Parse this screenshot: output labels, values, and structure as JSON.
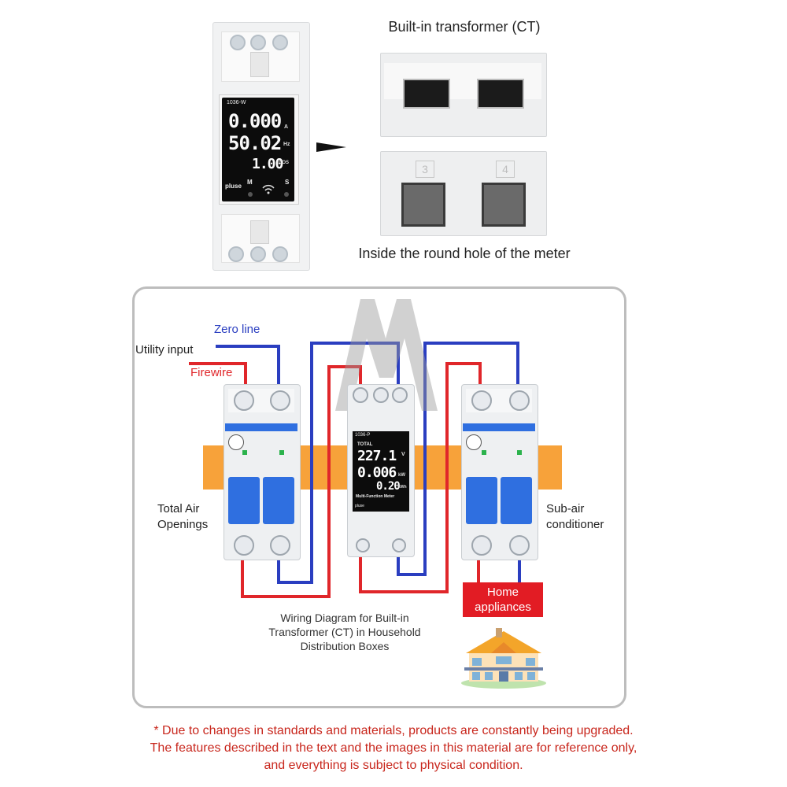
{
  "meter": {
    "model": "1036-W",
    "readings": [
      "0.000",
      "50.02",
      "1.00"
    ],
    "units": [
      "A",
      "Hz",
      "COS"
    ],
    "buttons": [
      "pluse",
      "M",
      "S"
    ]
  },
  "ct_title": "Built-in transformer (CT)",
  "ct_caption": "Inside the round hole of the meter",
  "terminal_numbers": [
    "3",
    "4"
  ],
  "diagram": {
    "zero_line": "Zero line",
    "utility_input": "Utility input",
    "firewire": "Firewire",
    "total_air_line1": "Total Air",
    "total_air_line2": "Openings",
    "sub_air_line1": "Sub-air",
    "sub_air_line2": "conditioner",
    "home_line1": "Home",
    "home_line2": "appliances",
    "caption_line1": "Wiring Diagram for Built-in",
    "caption_line2": "Transformer (CT) in Household",
    "caption_line3": "Distribution Boxes",
    "center_meter": {
      "model": "1036-P",
      "total": "TOTAL",
      "readings": [
        "227.1",
        "0.006",
        "0.20"
      ],
      "units": [
        "V",
        "kW",
        "kWh"
      ],
      "name": "Multi-Function Meter",
      "button": "pluse"
    },
    "colors": {
      "live": "#e0262a",
      "neutral": "#2a3ec0",
      "rail": "#f7a23a"
    }
  },
  "notice": {
    "line1": "* Due to changes in standards and materials, products are constantly being upgraded.",
    "line2": "The features described in the text and the images in this material are for reference only,",
    "line3": "and everything is subject to physical condition."
  }
}
